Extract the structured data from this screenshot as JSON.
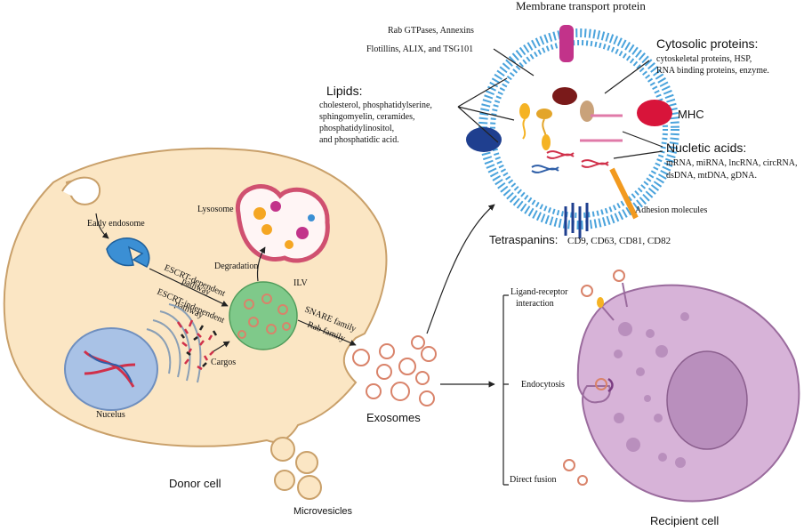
{
  "colors": {
    "donor_fill": "#fbe6c4",
    "donor_stroke": "#c9a06a",
    "recipient_fill": "#d7b3d8",
    "recipient_stroke": "#9a6b9d",
    "recipient_nucleus": "#b98fbd",
    "nucleus_fill": "#a9c2e6",
    "endosome_fill": "#3b8fd4",
    "ilv_fill": "#7fc98a",
    "vesicle_ring": "#d9836a",
    "lysosome_outer": "#d05070",
    "membrane_head": "#4aa3dc",
    "mhc_red": "#d8143a",
    "dark_blue_protein": "#1f3f8f",
    "membrane_protein": "#c2338a",
    "adhesion_orange": "#f29a1f",
    "arrow": "#222222"
  },
  "labels": {
    "membrane_transport_protein": "Membrane transport protein",
    "rab_line1": "Rab GTPases, Annexins",
    "rab_line2": "Flotillins, ALIX, and TSG101",
    "cytosolic_title": "Cytosolic proteins:",
    "cytosolic_line1": "cytoskeletal proteins, HSP,",
    "cytosolic_line2": "RNA binding proteins, enzyme.",
    "lipids_title": "Lipids:",
    "lipids_line1": "cholesterol, phosphatidylserine,",
    "lipids_line2": "sphingomyelin, ceramides,",
    "lipids_line3": "phosphatidylinositol,",
    "lipids_line4": "and phosphatidic acid.",
    "mhc": "MHC",
    "nucleic_title": "Nucletic acids:",
    "nucleic_line1": "mRNA, miRNA, lncRNA, circRNA,",
    "nucleic_line2": "dsDNA, mtDNA, gDNA.",
    "adhesion": "Adhesion molecules",
    "tetraspanins_title": "Tetraspanins:",
    "tetraspanins_list": "CD9, CD63, CD81, CD82",
    "lysosome": "Lysosome",
    "early_endosome": "Early endosome",
    "escrt_dep_line1": "ESCRT-dependent",
    "escrt_dep_line2": "pathway",
    "escrt_indep_line1": "ESCRT-independent",
    "escrt_indep_line2": "pathway",
    "degradation": "Degradation",
    "ilv": "ILV",
    "snare": "SNARE family",
    "rab_family": "Rab family",
    "cargos": "Cargos",
    "nucelus": "Nucelus",
    "donor_cell": "Donor cell",
    "microvesicles": "Microvesicles",
    "exosomes": "Exosomes",
    "ligand_line1": "Ligand-receptor",
    "ligand_line2": "interaction",
    "endocytosis": "Endocytosis",
    "direct_fusion": "Direct fusion",
    "recipient_cell": "Recipient cell"
  }
}
